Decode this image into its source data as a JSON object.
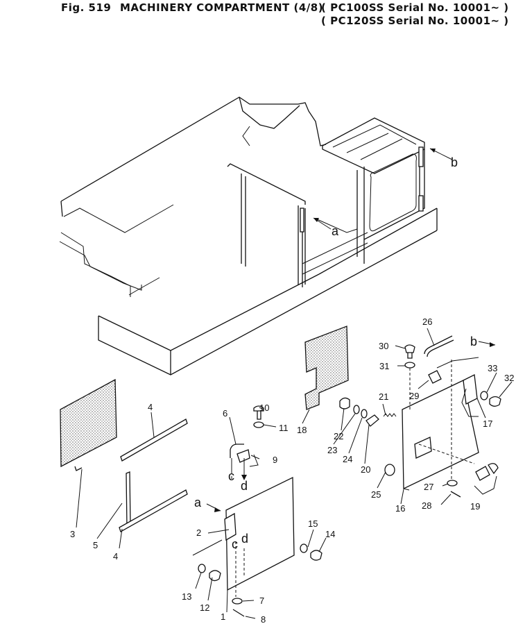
{
  "header": {
    "fig_number": "Fig. 519",
    "fig_title": "MACHINERY COMPARTMENT (4/8)",
    "serial_line_1": "( PC100SS Serial No. 10001~ )",
    "serial_line_2": "( PC120SS Serial No. 10001~ )"
  },
  "callouts": {
    "p1": "1",
    "p2": "2",
    "p3": "3",
    "p4a": "4",
    "p4b": "4",
    "p5": "5",
    "p6": "6",
    "p7": "7",
    "p8": "8",
    "p9": "9",
    "p10": "10",
    "p11": "11",
    "p12": "12",
    "p13": "13",
    "p14": "14",
    "p15": "15",
    "p16": "16",
    "p17": "17",
    "p18": "18",
    "p19": "19",
    "p20": "20",
    "p21": "21",
    "p22": "22",
    "p23": "23",
    "p24": "24",
    "p25": "25",
    "p26": "26",
    "p27": "27",
    "p28": "28",
    "p29": "29",
    "p30": "30",
    "p31": "31",
    "p32": "32",
    "p33": "33"
  },
  "refs": {
    "a_frame": "a",
    "b_frame": "b",
    "a_door": "a",
    "b_door": "b",
    "c_hinge": "c",
    "d_hinge": "d",
    "c_door": "c",
    "d_door": "d"
  }
}
